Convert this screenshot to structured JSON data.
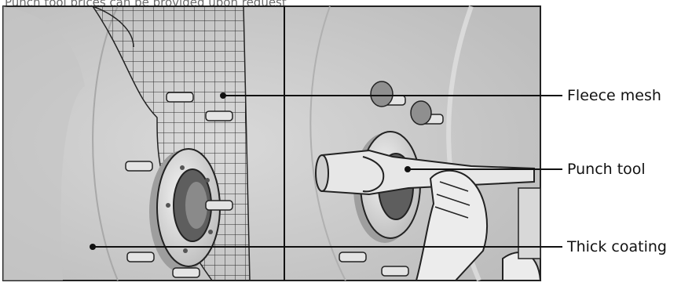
{
  "caption": "Punch tool prices can be provided upon request",
  "labels": {
    "fleece_mesh": "Fleece mesh",
    "punch_tool": "Punch tool",
    "thick_coating": "Thick coating"
  },
  "colors": {
    "wall": "#cfcfcf",
    "wall_shadow": "#b8b8b8",
    "mesh_line": "#2a2a2a",
    "metal": "#e6e6e6",
    "line": "#111111"
  }
}
